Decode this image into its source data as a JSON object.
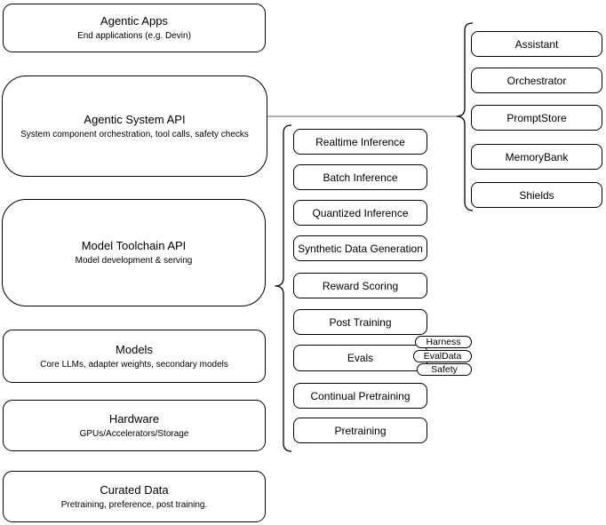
{
  "left": [
    {
      "title": "Agentic Apps",
      "subtitle": "End applications (e.g. Devin)"
    },
    {
      "title": "Agentic System API",
      "subtitle": "System component orchestration, tool calls, safety checks"
    },
    {
      "title": "Model Toolchain API",
      "subtitle": "Model development & serving"
    },
    {
      "title": "Models",
      "subtitle": "Core LLMs, adapter weights, secondary models"
    },
    {
      "title": "Hardware",
      "subtitle": "GPUs/Accelerators/Storage"
    },
    {
      "title": "Curated Data",
      "subtitle": "Pretraining, preference, post training."
    }
  ],
  "middle": [
    "Realtime Inference",
    "Batch Inference",
    "Quantized Inference",
    "Synthetic Data Generation",
    "Reward Scoring",
    "Post Training",
    "Evals",
    "Continual Pretraining",
    "Pretraining"
  ],
  "eval_tags": [
    "Harness",
    "EvalData",
    "Safety"
  ],
  "right": [
    "Assistant",
    "Orchestrator",
    "PromptStore",
    "MemoryBank",
    "Shields"
  ],
  "colors": {
    "node_fill": "#ffffff",
    "node_border": "#000000",
    "text": "#000000",
    "connector": "#808080",
    "brace": "#000000"
  }
}
